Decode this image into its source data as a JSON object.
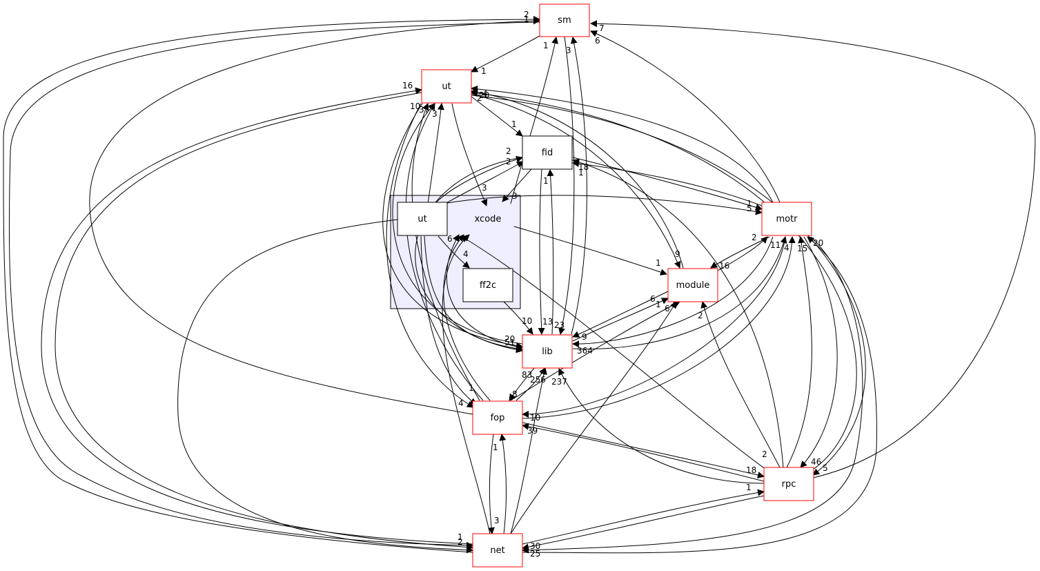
{
  "colors": {
    "node_border_external": "#ff0000",
    "node_border_internal": "#000000",
    "node_fill": "#ffffff",
    "cluster_fill": "#eeeeff",
    "cluster_border": "#000000",
    "edge": "#000000"
  },
  "cluster": {
    "label": "xcode"
  },
  "nodes": {
    "sm": "sm",
    "ut_top": "ut",
    "fid": "fid",
    "ut_inner": "ut",
    "ff2c": "ff2c",
    "motr": "motr",
    "module": "module",
    "lib": "lib",
    "fop": "fop",
    "rpc": "rpc",
    "net": "net"
  },
  "edge_labels": {
    "a1": "2",
    "a2": "1",
    "a3": "7",
    "a4": "6",
    "a5": "1",
    "a6": "3",
    "a7": "1",
    "b1": "16",
    "b2": "10",
    "b3": "37",
    "b4": "3",
    "b5": "20",
    "b6": "4",
    "b7": "2",
    "c1": "1",
    "c2": "2",
    "c3": "2",
    "c4": "1",
    "c5": "18",
    "c6": "1",
    "c7": "3",
    "d1": "3",
    "d2": "6",
    "d3": "4",
    "d4": "1",
    "d5": "9",
    "e1": "1",
    "e2": "5",
    "e3": "2",
    "e4": "11",
    "e5": "4",
    "e6": "15",
    "e7": "20",
    "e8": "16",
    "f1": "6",
    "f2": "1",
    "f3": "6",
    "f4": "2",
    "g1": "10",
    "g2": "13",
    "g3": "23",
    "g4": "9",
    "g5": "364",
    "g6": "20",
    "g7": "51",
    "g8": "83",
    "g9": "256",
    "g10": "237",
    "h1": "8",
    "h2": "1",
    "h3": "4",
    "h4": "10",
    "h5": "39",
    "h6": "1",
    "i1": "2",
    "i2": "18",
    "i3": "46",
    "i4": "5",
    "i5": "1",
    "j1": "3",
    "j2": "1",
    "j3": "2",
    "j4": "30",
    "j5": "25"
  }
}
